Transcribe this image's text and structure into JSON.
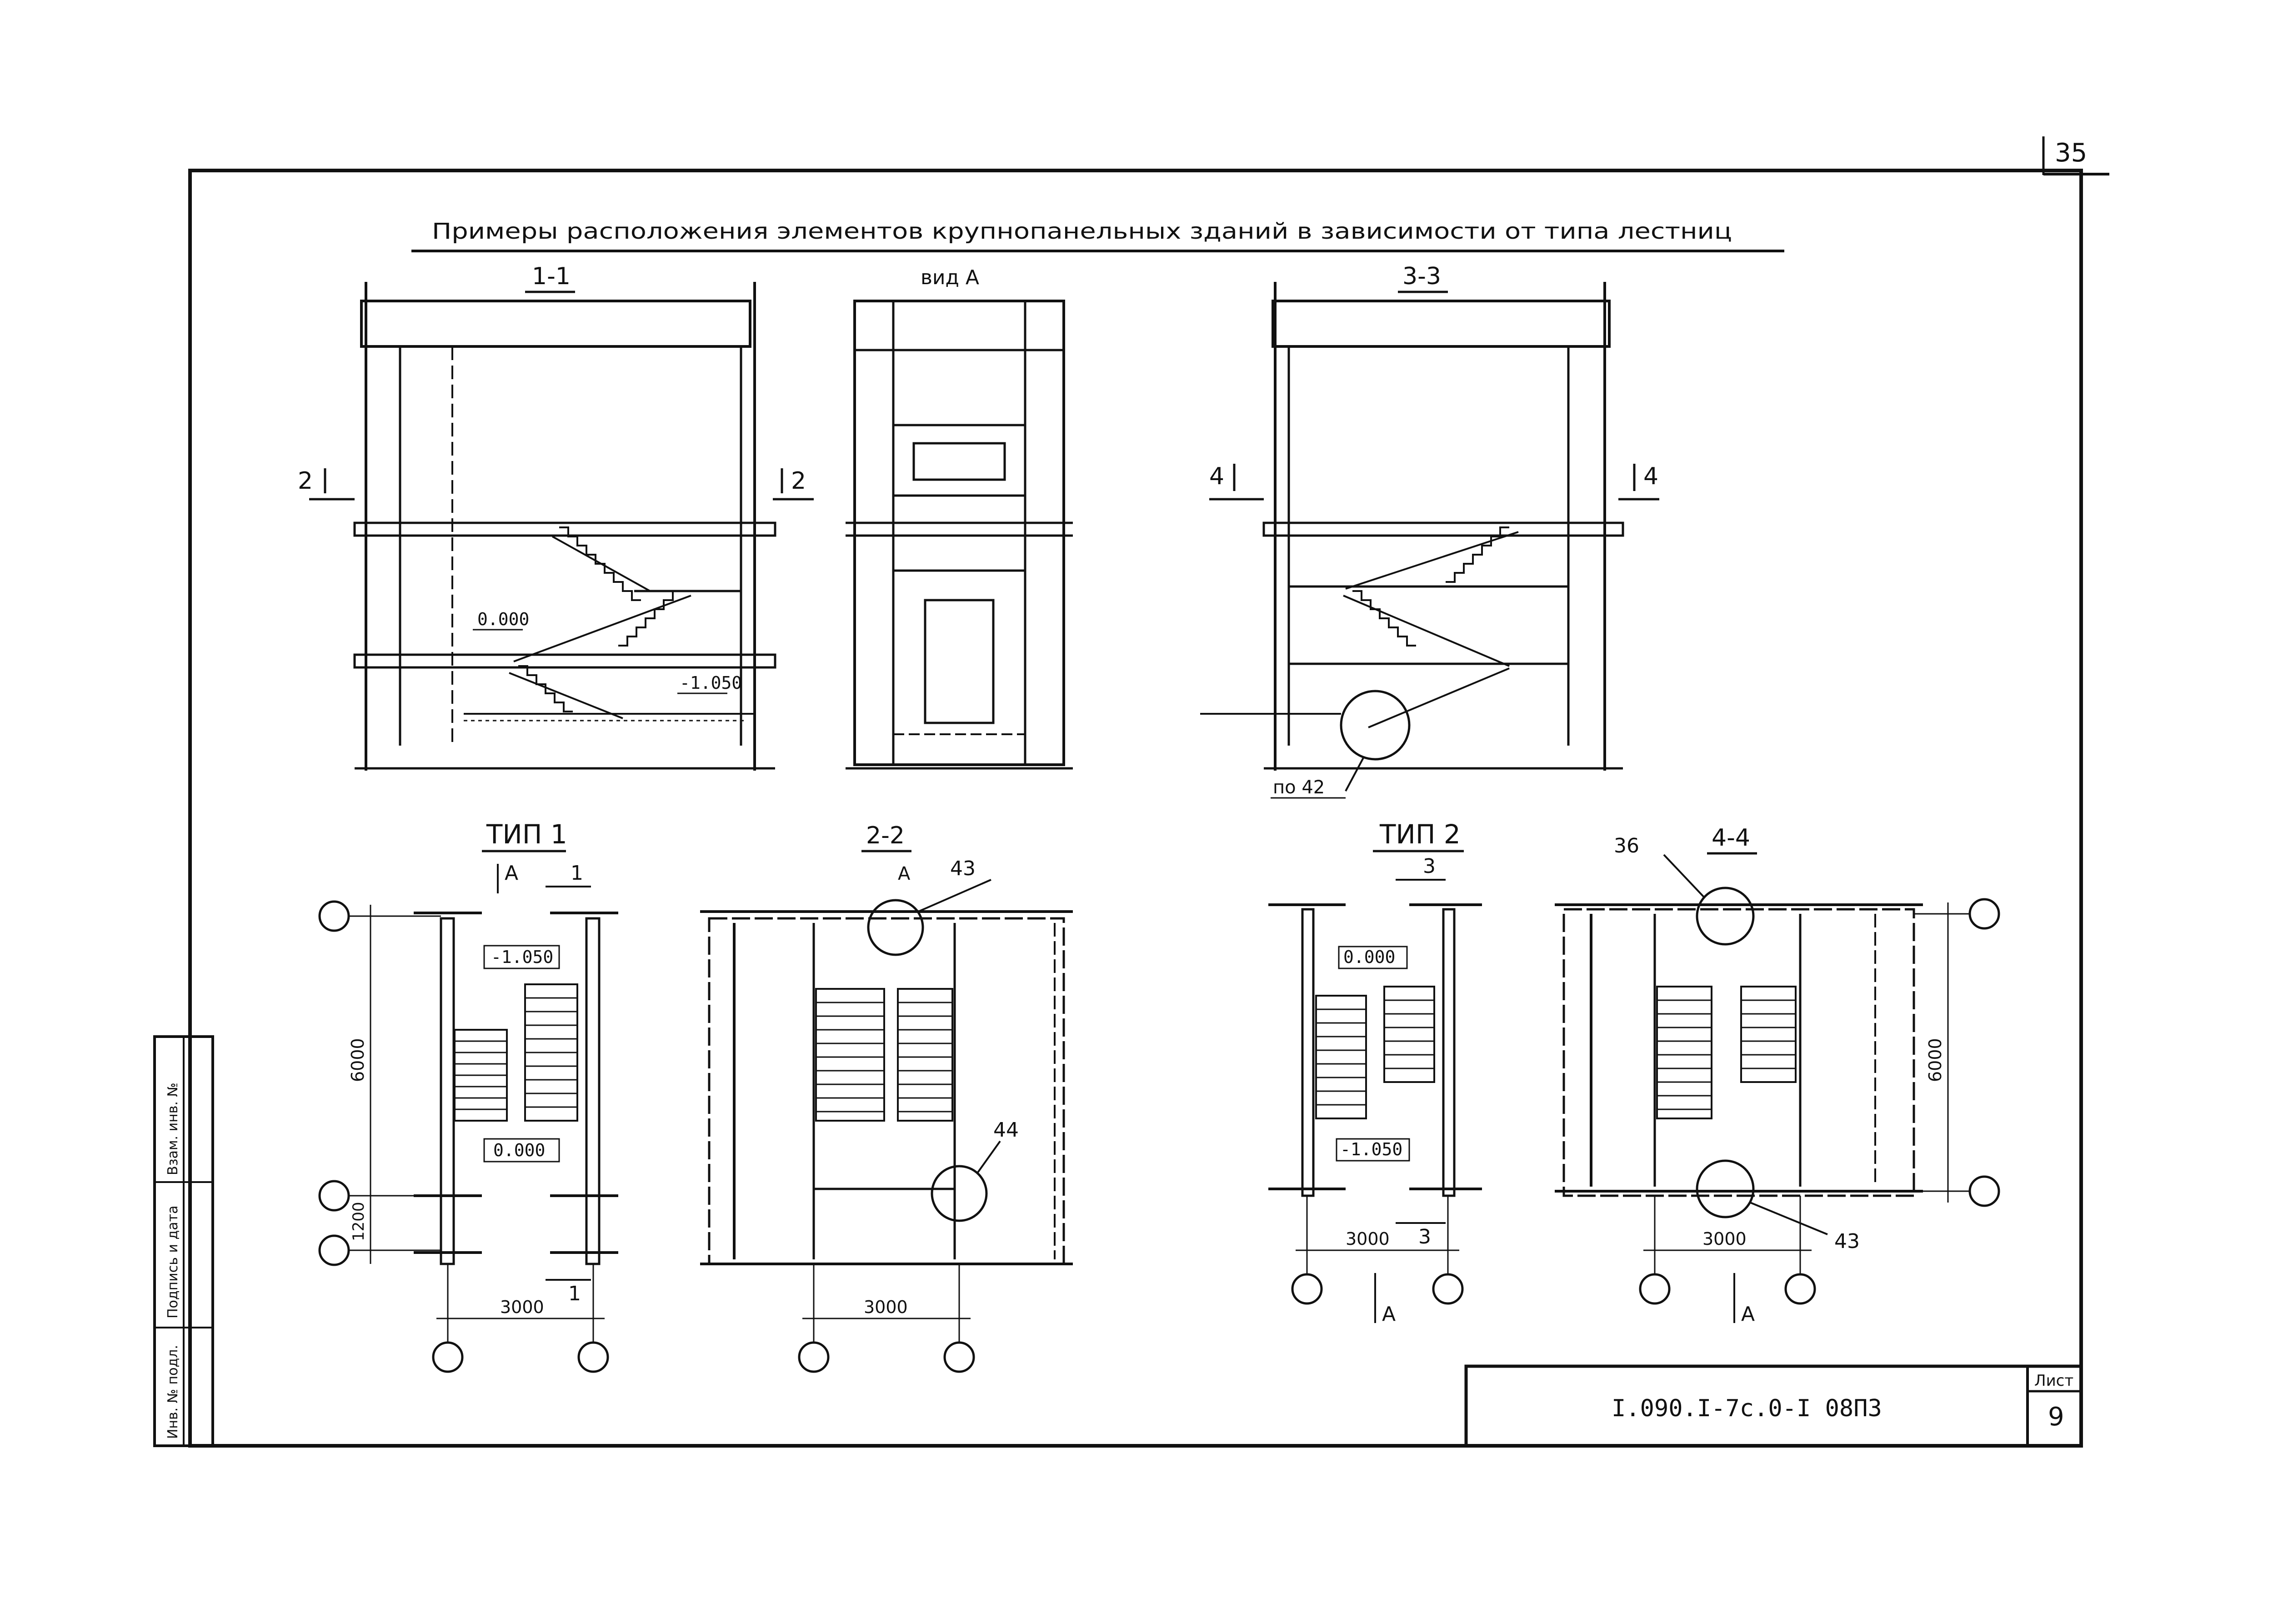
{
  "page_number": "35",
  "title": "Примеры расположения элементов крупнопанельных зданий в зависимости от типа лестниц",
  "sections": {
    "s11": "1-1",
    "vidA": "вид А",
    "s33": "3-3",
    "s22": "2-2",
    "s44": "4-4",
    "tip1": "ТИП 1",
    "tip2": "ТИП 2"
  },
  "cut_marks": {
    "c2": "2",
    "c4": "4",
    "c1": "1",
    "c3": "3",
    "cA": "А"
  },
  "levels": {
    "zero": "0.000",
    "minus": "-1.050"
  },
  "callouts": {
    "c42": "по 42",
    "c43": "43",
    "c44": "44",
    "c36": "36"
  },
  "dims": {
    "d6000": "6000",
    "d1200": "1200",
    "d3000": "3000"
  },
  "stamp": {
    "code": "I.090.I-7с.0-I 08ПЗ",
    "sheet_label": "Лист",
    "sheet_no": "9"
  },
  "side_labels": {
    "inv_podl": "Инв. № подл.",
    "podpis": "Подпись и дата",
    "vzam": "Взам. инв. №"
  }
}
